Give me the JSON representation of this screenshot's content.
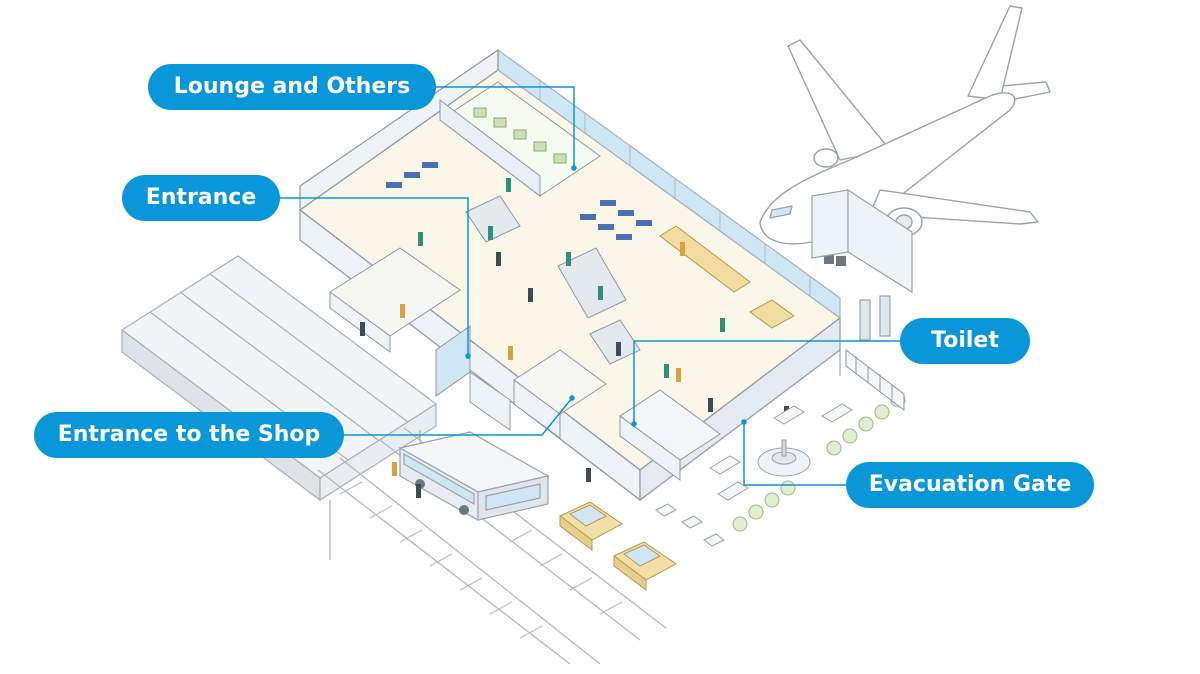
{
  "callouts": {
    "lounge": "Lounge and Others",
    "entrance": "Entrance",
    "toilet": "Toilet",
    "shop": "Entrance to the Shop",
    "evacuation": "Evacuation Gate"
  },
  "colors": {
    "callout_fill": "#0a97d9",
    "callout_text": "#ffffff",
    "leader_line": "#0a97d9",
    "floor": "#fbf7e8",
    "wall": "#eef3f8",
    "glass": "#cfe6f5",
    "outline": "#8f98a3",
    "person_top": "#2f8f7a",
    "person_alt": "#d9a23a",
    "taxi": "#f2dfa6"
  },
  "icons": {
    "airplane": "airplane-icon",
    "bus": "bus-icon",
    "taxi": "taxi-icon",
    "train": "train-icon",
    "fountain": "fountain-icon",
    "tree": "tree-icon"
  }
}
